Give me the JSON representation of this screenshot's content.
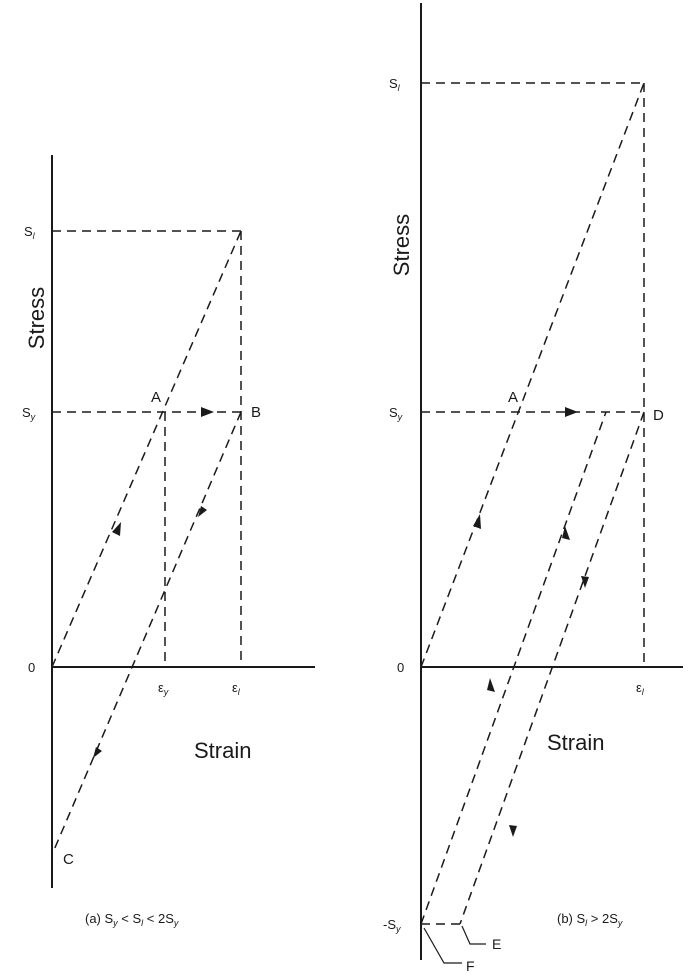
{
  "panel_a": {
    "y_axis_label": "Stress",
    "x_axis_label": "Strain",
    "tick_s_l": "S",
    "tick_s_l_sub": "l",
    "tick_s_y": "S",
    "tick_s_y_sub": "y",
    "origin": "0",
    "tick_eps_y": "ε",
    "tick_eps_y_sub": "y",
    "tick_eps_l": "ε",
    "tick_eps_l_sub": "l",
    "point_a": "A",
    "point_b": "B",
    "point_c": "C",
    "caption_prefix": "(a) S",
    "caption_sub1": "y",
    "caption_mid1": " < S",
    "caption_sub2": "l",
    "caption_mid2": " < 2S",
    "caption_sub3": "y"
  },
  "panel_b": {
    "y_axis_label": "Stress",
    "x_axis_label": "Strain",
    "tick_s_l": "S",
    "tick_s_l_sub": "l",
    "tick_s_y": "S",
    "tick_s_y_sub": "y",
    "origin": "0",
    "tick_eps_l": "ε",
    "tick_eps_l_sub": "l",
    "tick_neg_s_y": "-S",
    "tick_neg_s_y_sub": "y",
    "point_a": "A",
    "point_d": "D",
    "point_e": "E",
    "point_f": "F",
    "caption_prefix": "(b) S",
    "caption_sub1": "l",
    "caption_mid1": " > 2S",
    "caption_sub2": "y"
  }
}
